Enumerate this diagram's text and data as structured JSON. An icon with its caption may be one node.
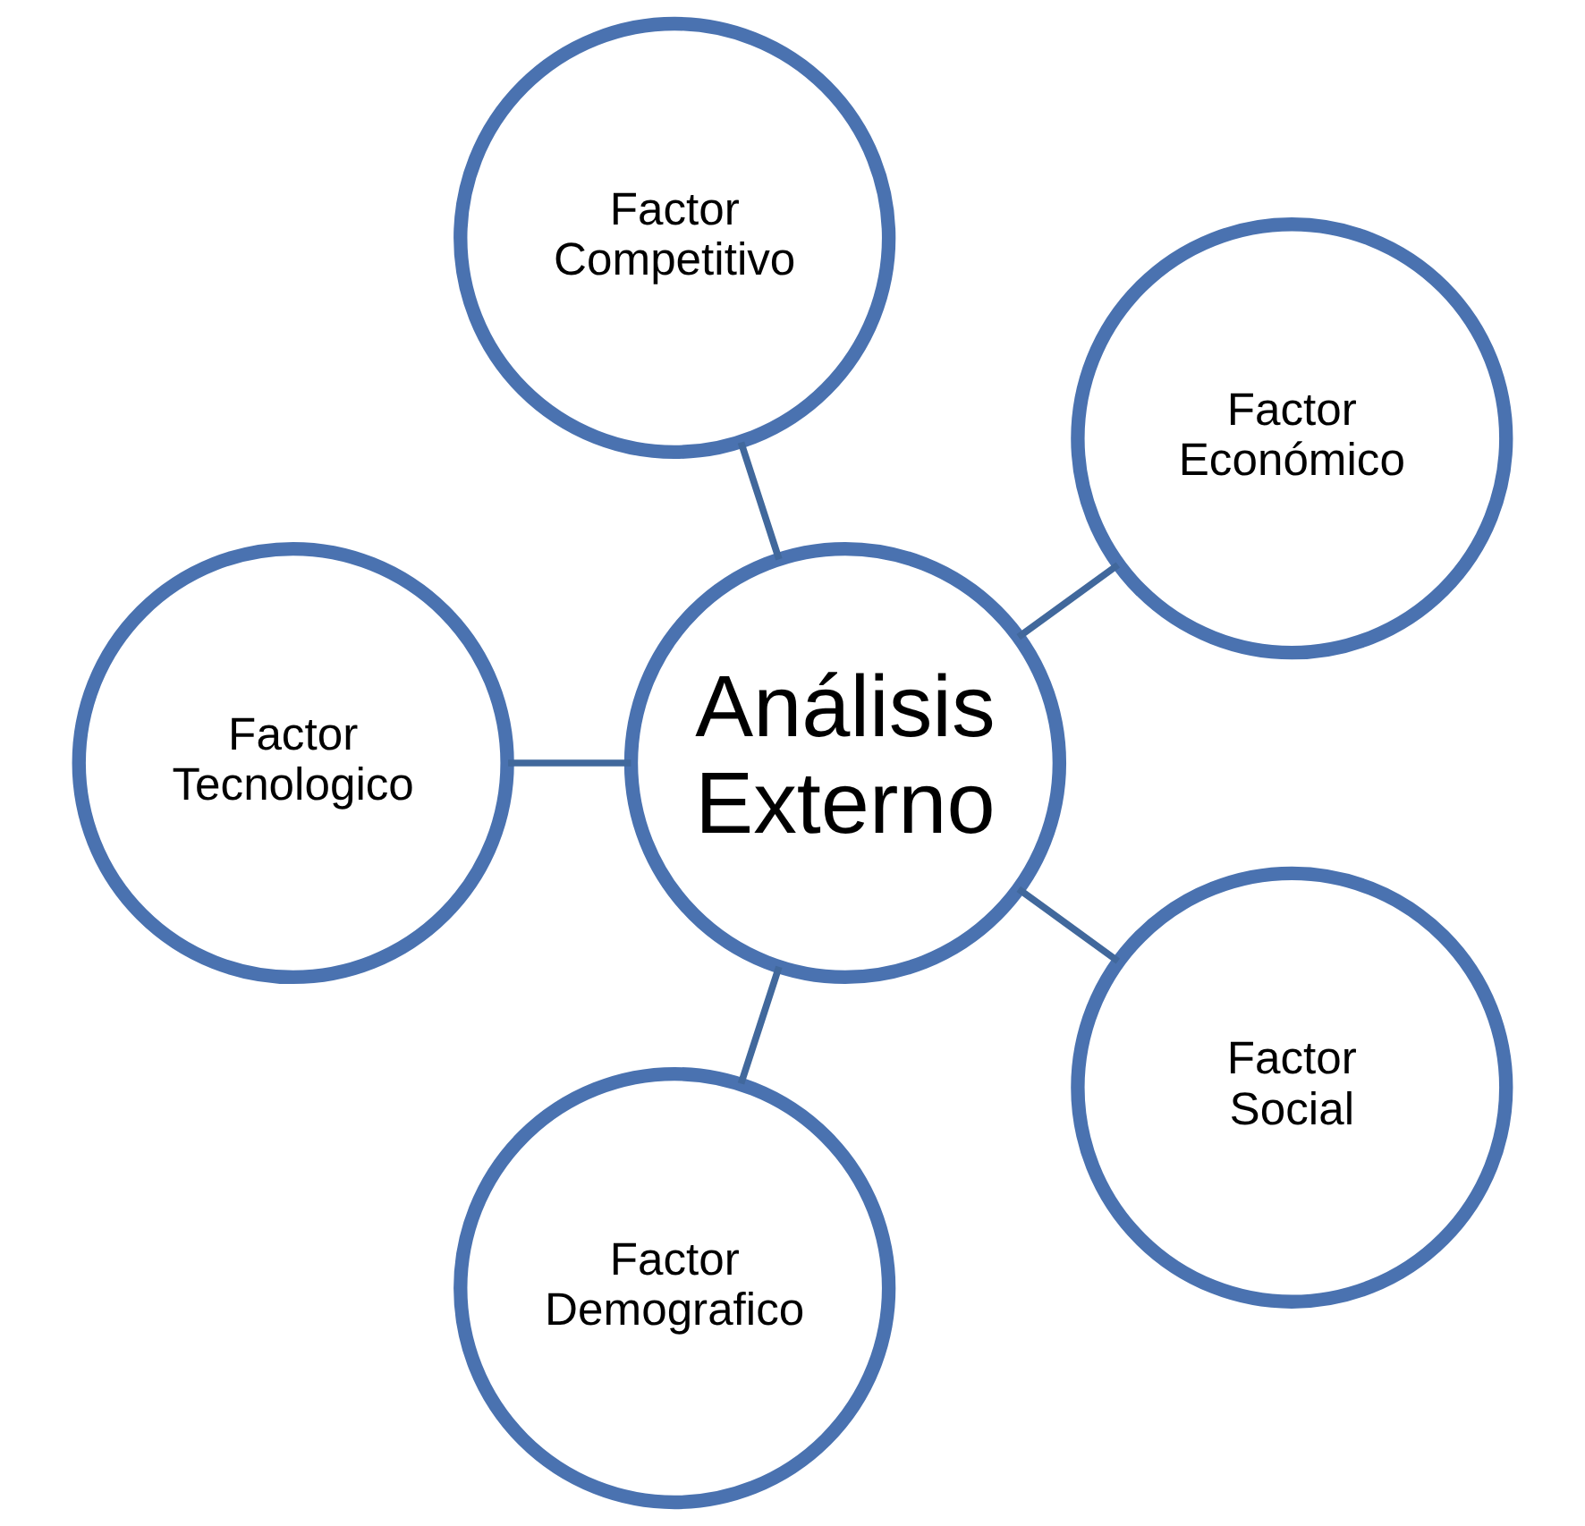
{
  "diagram": {
    "nodes": [
      {
        "text": [
          "Factor Económico"
        ]
      },
      {
        "text": [
          "Factor Competitivo"
        ]
      },
      {
        "text": [
          "Factor Tecnologico"
        ]
      },
      {
        "text": [
          "Análisis Externo"
        ]
      },
      {
        "text": [
          "Factor Demografico"
        ]
      },
      {
        "text": [
          "Factor Social"
        ]
      }
    ],
    "edges": [
      {
        "from": 3,
        "to": 0,
        "arrow": "none"
      },
      {
        "from": 3,
        "to": 2,
        "arrow": "none"
      },
      {
        "from": 3,
        "to": 5,
        "arrow": "none"
      },
      {
        "from": 3,
        "to": 4,
        "arrow": "none"
      },
      {
        "from": 3,
        "to": 1,
        "arrow": "none"
      }
    ]
  }
}
